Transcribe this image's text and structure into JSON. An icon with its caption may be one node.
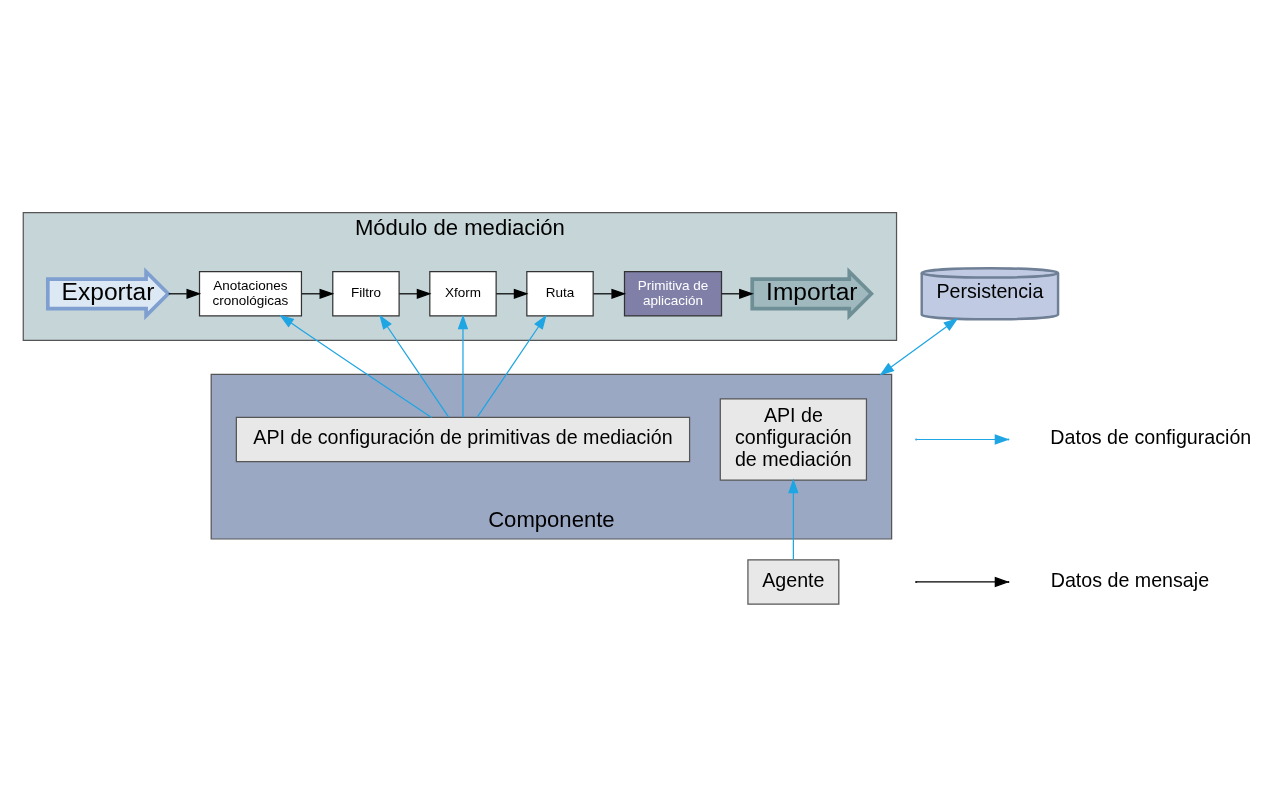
{
  "diagram": {
    "nodes": [
      {
        "text": [
          "Módulo de mediación"
        ]
      },
      {
        "text": [
          "Exportar"
        ],
        "in": 0
      },
      {
        "text": [
          "Anotaciones cronológicas"
        ],
        "in": 0
      },
      {
        "text": [
          "Filtro"
        ],
        "in": 0
      },
      {
        "text": [
          "Xform"
        ],
        "in": 0
      },
      {
        "text": [
          "Ruta"
        ],
        "in": 0
      },
      {
        "text": [
          "Primitiva de aplicación"
        ],
        "in": 0
      },
      {
        "text": [
          "Importar"
        ],
        "in": 0
      },
      {
        "text": [
          "Componente"
        ]
      },
      {
        "text": [
          "API de configuración de primitivas de mediación"
        ],
        "in": 8
      },
      {
        "text": [
          "API de configuración de mediación"
        ],
        "in": 8
      },
      {
        "text": [
          "Agente"
        ]
      },
      {
        "text": [
          "Persistencia"
        ]
      }
    ],
    "edges": [
      {
        "from": 1,
        "to": 2,
        "arrow": "to"
      },
      {
        "from": 2,
        "to": 3,
        "arrow": "to"
      },
      {
        "from": 3,
        "to": 4,
        "arrow": "to"
      },
      {
        "from": 4,
        "to": 5,
        "arrow": "to"
      },
      {
        "from": 5,
        "to": 6,
        "arrow": "to"
      },
      {
        "from": 6,
        "to": 7,
        "arrow": "to"
      },
      {
        "from": 9,
        "to": 2,
        "arrow": "to",
        "color": "#1ea5e3"
      },
      {
        "from": 9,
        "to": 3,
        "arrow": "to",
        "color": "#1ea5e3"
      },
      {
        "from": 9,
        "to": 4,
        "arrow": "to",
        "color": "#1ea5e3"
      },
      {
        "from": 9,
        "to": 5,
        "arrow": "to",
        "color": "#1ea5e3"
      },
      {
        "from": 11,
        "to": 10,
        "arrow": "to",
        "color": "#1ea5e3"
      },
      {
        "from": 8,
        "to": 12,
        "arrow": "both",
        "color": "#1ea5e3"
      }
    ],
    "legend": [
      {
        "text": "Datos de configuración"
      },
      {
        "text": "Datos de mensaje"
      }
    ]
  }
}
